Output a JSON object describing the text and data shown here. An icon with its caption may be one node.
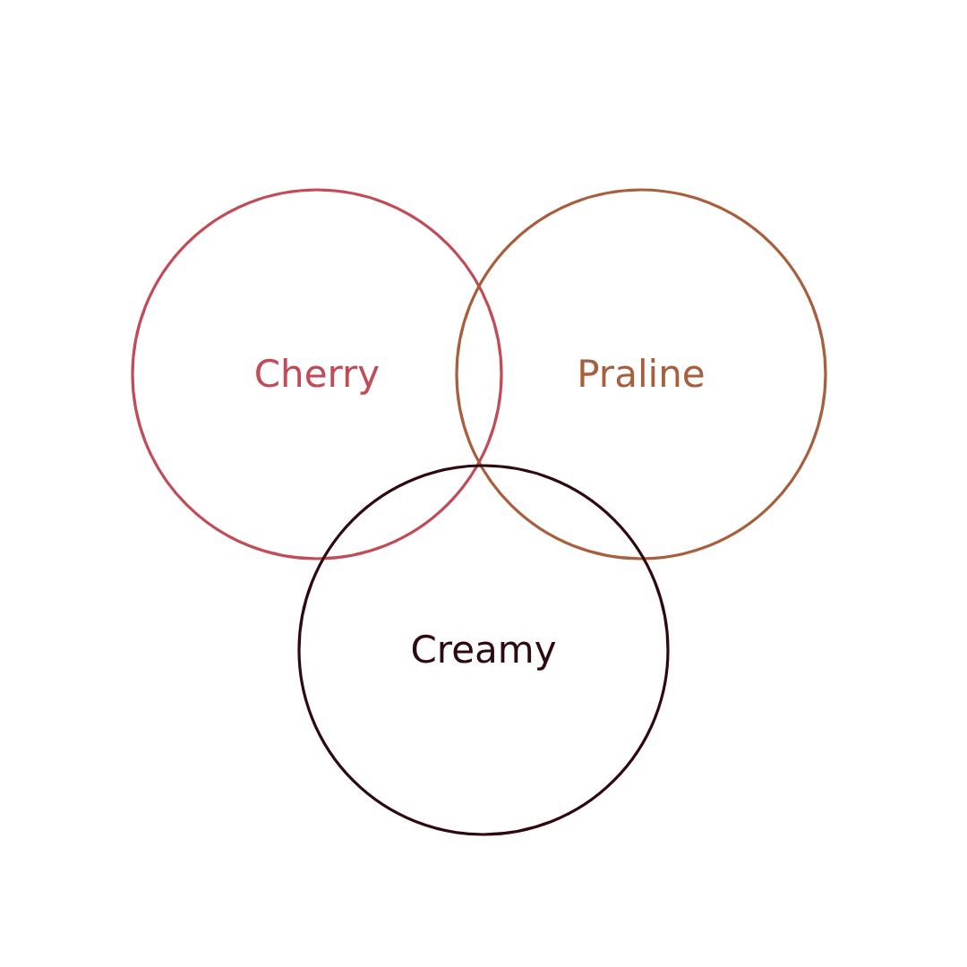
{
  "diagram": {
    "nodes": [
      {
        "text": [
          "Cherry"
        ]
      },
      {
        "text": [
          "Praline"
        ]
      },
      {
        "text": [
          "Creamy"
        ]
      }
    ]
  }
}
